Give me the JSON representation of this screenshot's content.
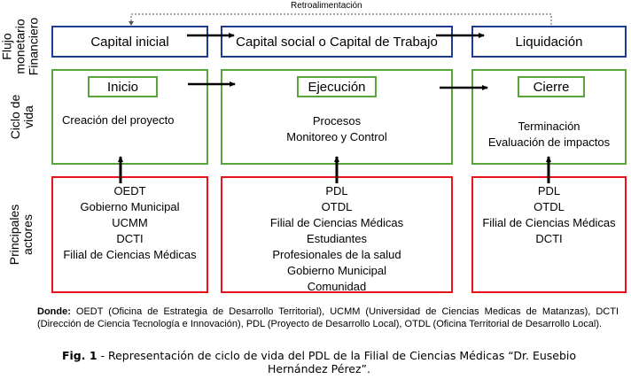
{
  "feedback_label": "Retroalimentación",
  "row_labels": {
    "money_flow": [
      "Flujo",
      "monetario",
      "Financiero"
    ],
    "life_cycle": [
      "Ciclo de",
      "vida"
    ],
    "actors": [
      "Principales",
      "actores"
    ]
  },
  "money_flow": [
    "Capital inicial",
    "Capital social o Capital de Trabajo",
    "Liquidación"
  ],
  "phases": [
    {
      "title": "Inicio",
      "lines": [
        "Creación del proyecto"
      ]
    },
    {
      "title": "Ejecución",
      "lines": [
        "Procesos",
        "Monitoreo y Control"
      ]
    },
    {
      "title": "Cierre",
      "lines": [
        "Terminación",
        "Evaluación de impactos"
      ]
    }
  ],
  "actors": [
    [
      "OEDT",
      "Gobierno Municipal",
      "UCMM",
      "DCTI",
      "Filial de Ciencias Médicas"
    ],
    [
      "PDL",
      "OTDL",
      "Filial de Ciencias Médicas",
      "Estudiantes",
      "Profesionales de la salud",
      "Gobierno Municipal",
      "Comunidad"
    ],
    [
      "PDL",
      "OTDL",
      "Filial de Ciencias Médicas",
      "DCTI"
    ]
  ],
  "note": {
    "label": "Donde:",
    "text": " OEDT (Oficina de Estrategia de Desarrollo Territorial), UCMM (Universidad de Ciencias Medicas de Matanzas), DCTI (Dirección de Ciencia Tecnología e Innovación), PDL (Proyecto de Desarrollo Local), OTDL (Oficina Territorial de Desarrollo Local)."
  },
  "caption": {
    "label": "Fig. 1",
    "text": " - Representación de ciclo de vida del PDL de la Filial de Ciencias Médicas “Dr. Eusebio Hernández Pérez”."
  },
  "colors": {
    "money_border": "#1f3b8f",
    "phase_border": "#5ba33b",
    "actor_border": "#e8131b"
  }
}
